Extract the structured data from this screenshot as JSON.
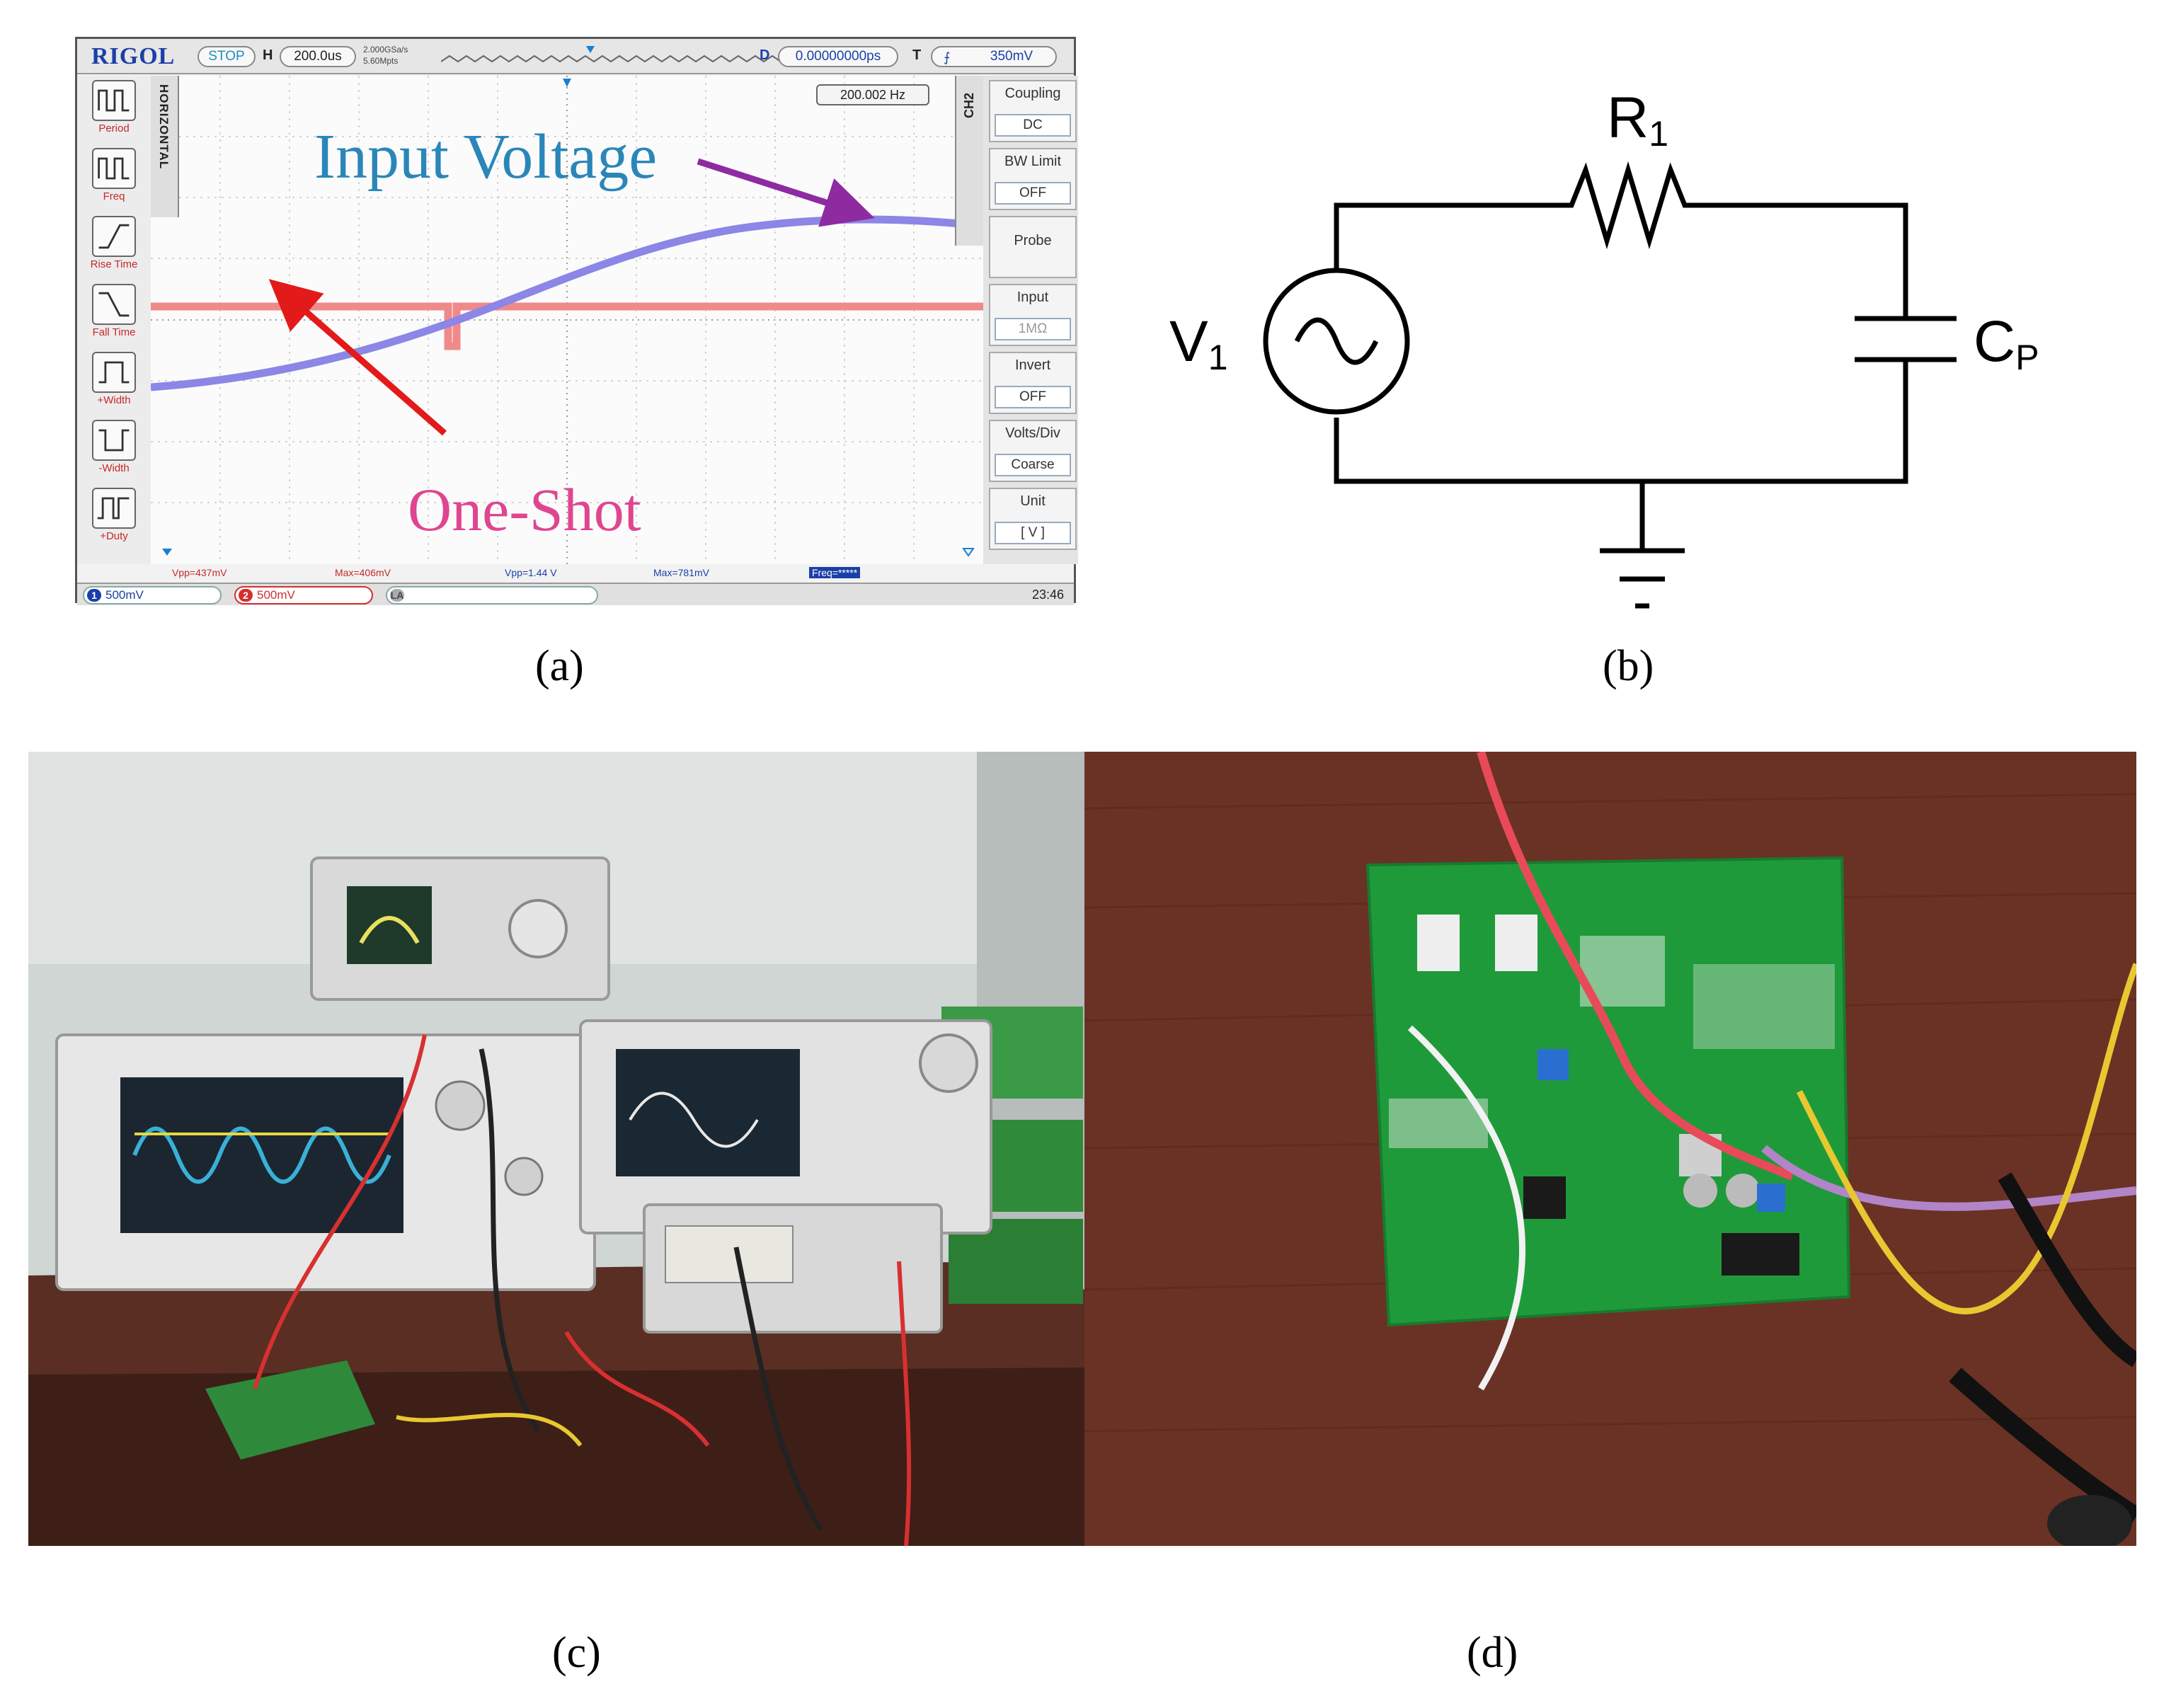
{
  "scope": {
    "brand": "RIGOL",
    "run_state": "STOP",
    "h_label": "H",
    "timebase": "200.0us",
    "sample_rate": "2.000GSa/s",
    "mem_depth": "5.60Mpts",
    "delay_label": "D",
    "delay_value": "0.00000000ps",
    "trig_label": "T",
    "trig_level": "350mV",
    "freq_readout": "200.002 Hz",
    "horizontal_tab": "HORIZONTAL",
    "ch2_tab": "CH2",
    "measure_items": [
      "Period",
      "Freq",
      "Rise Time",
      "Fall Time",
      "+Width",
      "-Width",
      "+Duty"
    ],
    "menu": [
      {
        "title": "Coupling",
        "value": "DC"
      },
      {
        "title": "BW Limit",
        "value": "OFF"
      },
      {
        "title": "Probe",
        "value": ""
      },
      {
        "title": "Input",
        "value": "1MΩ"
      },
      {
        "title": "Invert",
        "value": "OFF"
      },
      {
        "title": "Volts/Div",
        "value": "Coarse"
      },
      {
        "title": "Unit",
        "value": "[ V ]"
      }
    ],
    "stats": [
      "Vpp=437mV",
      "Max=406mV",
      "Vpp=1.44 V",
      "Max=781mV",
      "Freq=*****"
    ],
    "ch1_num": "1",
    "ch1_scale": "500mV",
    "ch2_num": "2",
    "ch2_scale": "500mV",
    "la_label": "LA",
    "clock": "23:46"
  },
  "annotations": {
    "input_voltage": "Input Voltage",
    "one_shot": "One-Shot"
  },
  "circuit": {
    "r1": "R",
    "r1_sub": "1",
    "v1": "V",
    "v1_sub": "1",
    "cp": "C",
    "cp_sub": "P"
  },
  "captions": {
    "a": "(a)",
    "b": "(b)",
    "c": "(c)",
    "d": "(d)"
  },
  "colors": {
    "input_trace": "#8c86e6",
    "oneshot_trace": "#f08a8a",
    "input_text": "#2a86b8",
    "oneshot_text": "#e0458f",
    "arrow_red": "#e31a1a",
    "arrow_purple": "#8e2ba0"
  }
}
